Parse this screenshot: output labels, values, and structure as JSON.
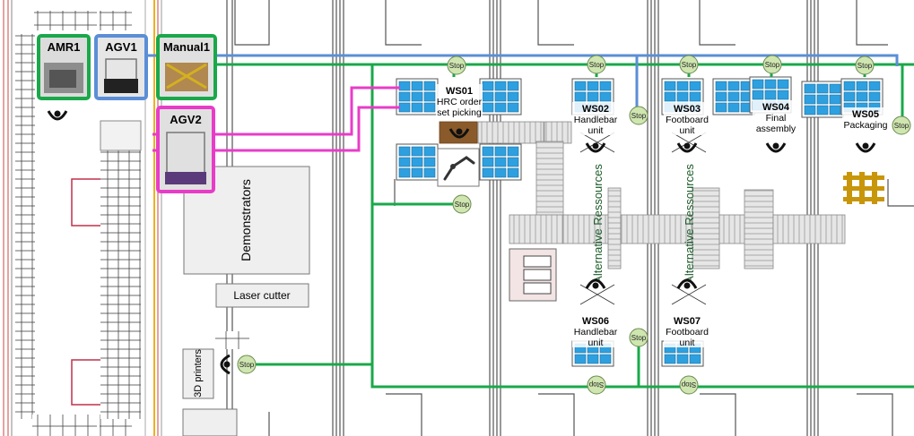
{
  "vehicles": {
    "amr1": {
      "label": "AMR1",
      "border_color": "#1aa84a"
    },
    "agv1": {
      "label": "AGV1",
      "border_color": "#5b8ed6"
    },
    "manual1": {
      "label": "Manual1",
      "border_color": "#1aa84a"
    },
    "agv2": {
      "label": "AGV2",
      "border_color": "#e83cc8"
    }
  },
  "workstations": {
    "ws01": {
      "id": "WS01",
      "line1": "HRC order",
      "line2": "set picking"
    },
    "ws02": {
      "id": "WS02",
      "line1": "Handlebar",
      "line2": "unit"
    },
    "ws03": {
      "id": "WS03",
      "line1": "Footboard",
      "line2": "unit"
    },
    "ws04": {
      "id": "WS04",
      "line1": "Final",
      "line2": "assembly"
    },
    "ws05": {
      "id": "WS05",
      "line1": "Packaging",
      "line2": ""
    },
    "ws06": {
      "id": "WS06",
      "line1": "Handlebar",
      "line2": "unit"
    },
    "ws07": {
      "id": "WS07",
      "line1": "Footboard",
      "line2": "unit"
    }
  },
  "areas": {
    "demonstrators": "Demonstrators",
    "laser_cutter": "Laser cutter",
    "printers": "3D printers"
  },
  "stop_label": "Stop",
  "alternative_label": "Alternative Ressources",
  "colors": {
    "green_route": "#1aa84a",
    "blue_route": "#5b8ed6",
    "pink_route": "#e83cc8",
    "stop_fill": "#cfe6b0",
    "shelf_blue": "#2ea0e0"
  }
}
